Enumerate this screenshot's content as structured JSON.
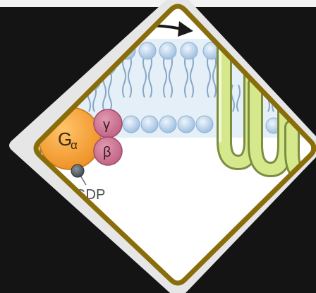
{
  "diagram": {
    "subunit_alpha": {
      "symbol": "G",
      "subscript": "α",
      "color": "#f39a2b"
    },
    "subunit_gamma": {
      "symbol": "γ",
      "color": "#c9708e"
    },
    "subunit_beta": {
      "symbol": "β",
      "color": "#c9708e"
    },
    "nucleotide": {
      "label": "GDP",
      "color": "#555b63"
    },
    "membrane": {
      "head_color": "#aac8e4",
      "tail_color": "#7f9fbf"
    },
    "receptor": {
      "color": "#d7e88e",
      "outline": "#8a9a4a"
    },
    "frame": {
      "border_color": "#8a6d0b",
      "mat_color": "#e6e6e6"
    },
    "arrow": {
      "color": "#1a1a1a"
    }
  }
}
